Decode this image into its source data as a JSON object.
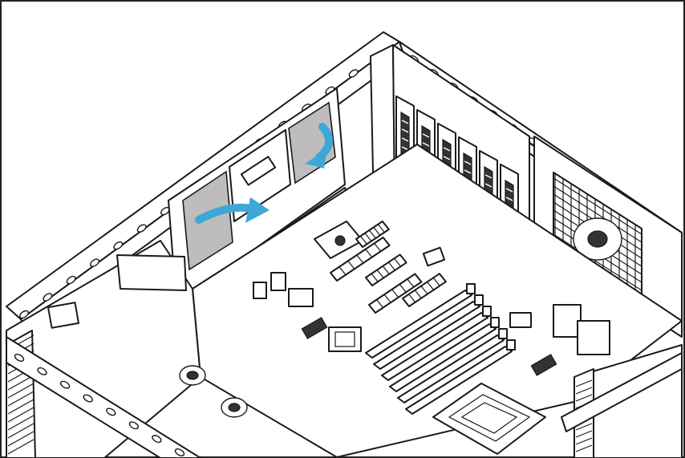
{
  "figure": {
    "subject": "server-chassis-interior",
    "arrow_color": "#3fa7d6",
    "panel_shade": "#bdbdbd",
    "line_color": "#1a1a1a",
    "icons": [
      "rotate-arrow-icon",
      "rotate-arrow-icon"
    ],
    "expansion_slot_count": 6,
    "pcie_slot_count": 5,
    "dimm_slot_count": 6
  }
}
